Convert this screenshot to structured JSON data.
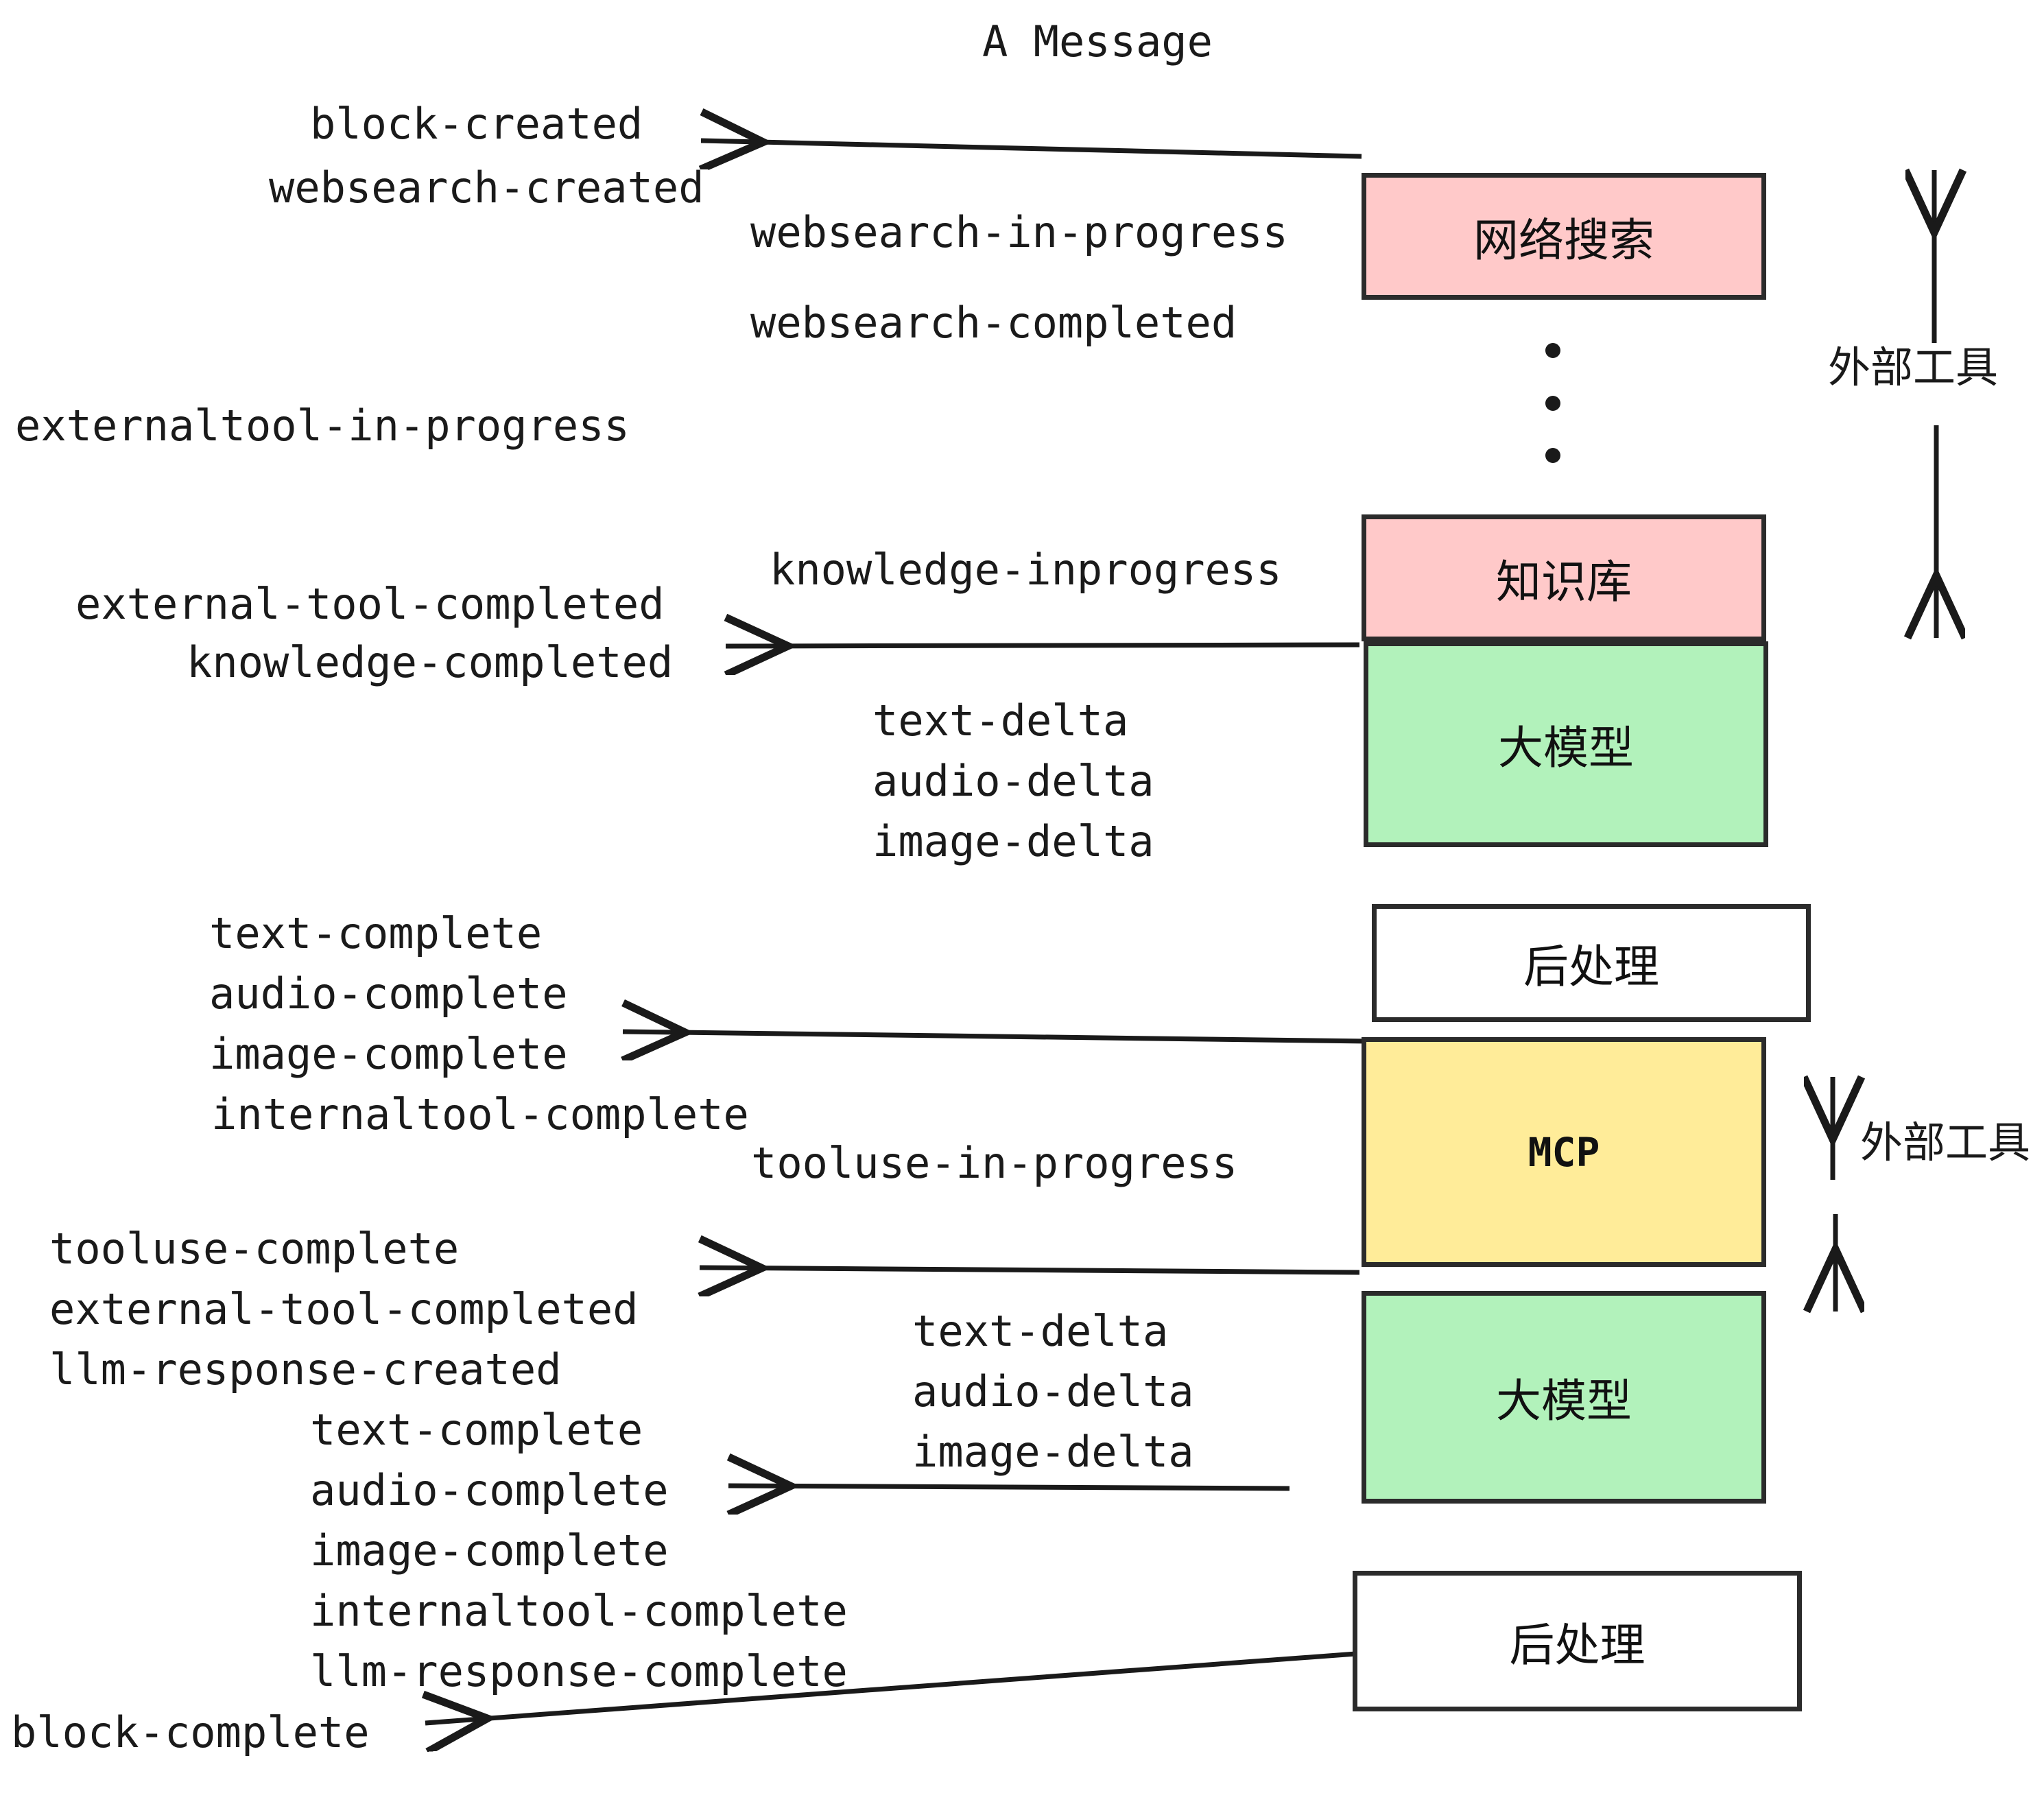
{
  "title": "A Message",
  "boxes": [
    {
      "name": "websearch",
      "label": "网络搜索",
      "color": "#ffc9c9"
    },
    {
      "name": "knowledge",
      "label": "知识库",
      "color": "#ffc9c9"
    },
    {
      "name": "llm-1",
      "label": "大模型",
      "color": "#b2f2bb"
    },
    {
      "name": "postprocess-1",
      "label": "后处理",
      "color": "#ffffff"
    },
    {
      "name": "mcp",
      "label": "MCP",
      "color": "#ffec99"
    },
    {
      "name": "llm-2",
      "label": "大模型",
      "color": "#b2f2bb"
    },
    {
      "name": "postprocess-2",
      "label": "后处理",
      "color": "#ffffff"
    }
  ],
  "external_tool_labels": [
    "外部工具",
    "外部工具"
  ],
  "events": {
    "block_created": "block-created",
    "websearch_created": "websearch-created",
    "websearch_in_progress": "websearch-in-progress",
    "websearch_completed": "websearch-completed",
    "externaltool_in_progress": "externaltool-in-progress",
    "knowledge_inprogress": "knowledge-inprogress",
    "external_tool_completed_1": "external-tool-completed",
    "knowledge_completed": "knowledge-completed",
    "text_delta_1": "text-delta",
    "audio_delta_1": "audio-delta",
    "image_delta_1": "image-delta",
    "text_complete_1": "text-complete",
    "audio_complete_1": "audio-complete",
    "image_complete_1": "image-complete",
    "internaltool_complete_1": "internaltool-complete",
    "tooluse_in_progress": "tooluse-in-progress",
    "tooluse_complete": "tooluse-complete",
    "external_tool_completed_2": "external-tool-completed",
    "llm_response_created": "llm-response-created",
    "text_delta_2": "text-delta",
    "audio_delta_2": "audio-delta",
    "image_delta_2": "image-delta",
    "text_complete_2": "text-complete",
    "audio_complete_2": "audio-complete",
    "image_complete_2": "image-complete",
    "internaltool_complete_2": "internaltool-complete",
    "llm_response_complete": "llm-response-complete",
    "block_complete": "block-complete"
  },
  "colors": {
    "pink": "#ffc9c9",
    "green": "#b2f2bb",
    "yellow": "#ffec99",
    "white": "#ffffff",
    "stroke": "#2b2b2b",
    "text": "#1a1a1a"
  }
}
